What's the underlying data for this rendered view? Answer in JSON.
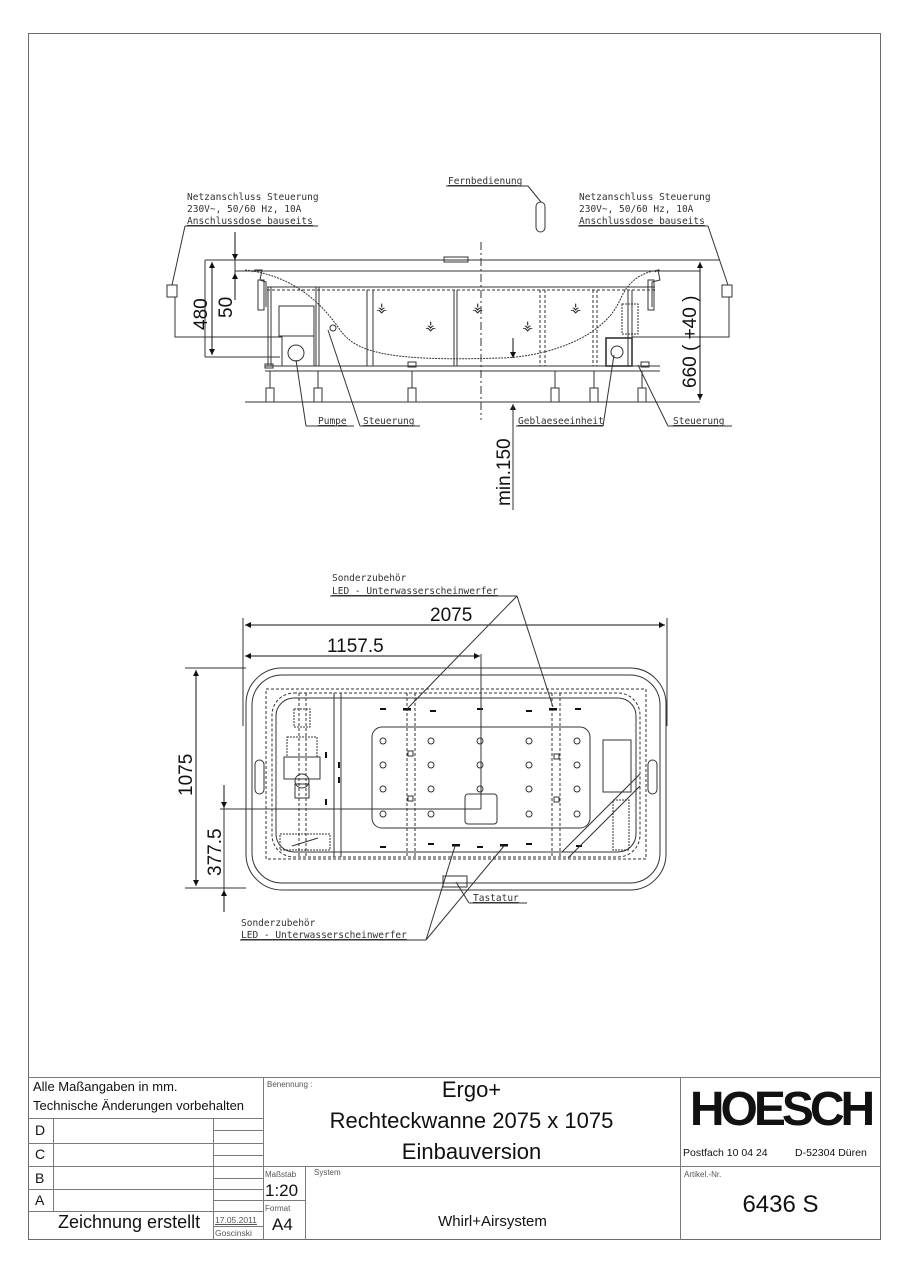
{
  "drawing": {
    "section_view": {
      "label_left_power": [
        "Netzanschluss Steuerung",
        "230V~, 50/60 Hz, 10A",
        "Anschlussdose bauseits"
      ],
      "label_right_power": [
        "Netzanschluss Steuerung",
        "230V~, 50/60 Hz, 10A",
        "Anschlussdose bauseits"
      ],
      "label_remote": "Fernbedienung",
      "label_pump": "Pumpe",
      "label_control_left": "Steuerung",
      "label_blower": "Geblaeseeinheit",
      "label_control_right": "Steuerung",
      "dim_height_total": "480",
      "dim_rim": "50",
      "dim_right_height": "660 ( +40 )",
      "dim_min_clearance": "min.150"
    },
    "plan_view": {
      "label_led_top": [
        "Sonderzubehör",
        "LED - Unterwasserscheinwerfer"
      ],
      "label_led_bottom": [
        "Sonderzubehör",
        "LED - Unterwasserscheinwerfer"
      ],
      "label_keypad": "Tastatur",
      "dim_length": "2075",
      "dim_center_offset": "1157.5",
      "dim_width": "1075",
      "dim_side_offset": "377.5"
    }
  },
  "title_block": {
    "notes": [
      "Alle Maßangaben in mm.",
      "Technische Änderungen vorbehalten"
    ],
    "revisions": [
      "D",
      "C",
      "B",
      "A"
    ],
    "created_label": "Zeichnung erstellt",
    "created_date": "17.05.2011",
    "created_by": "Goscinski",
    "name_caption": "Benennung :",
    "name_lines": [
      "Ergo+",
      "Rechteckwanne 2075 x 1075",
      "Einbauversion"
    ],
    "scale_caption": "Maßstab",
    "scale_value": "1:20",
    "format_caption": "Format",
    "format_value": "A4",
    "system_caption": "System",
    "system_value": "Whirl+Airsystem",
    "brand": "HOESCH",
    "address_left": "Postfach 10 04 24",
    "address_right": "D-52304 Düren",
    "article_caption": "Artikel.-Nr.",
    "article_number": "6436 S"
  }
}
